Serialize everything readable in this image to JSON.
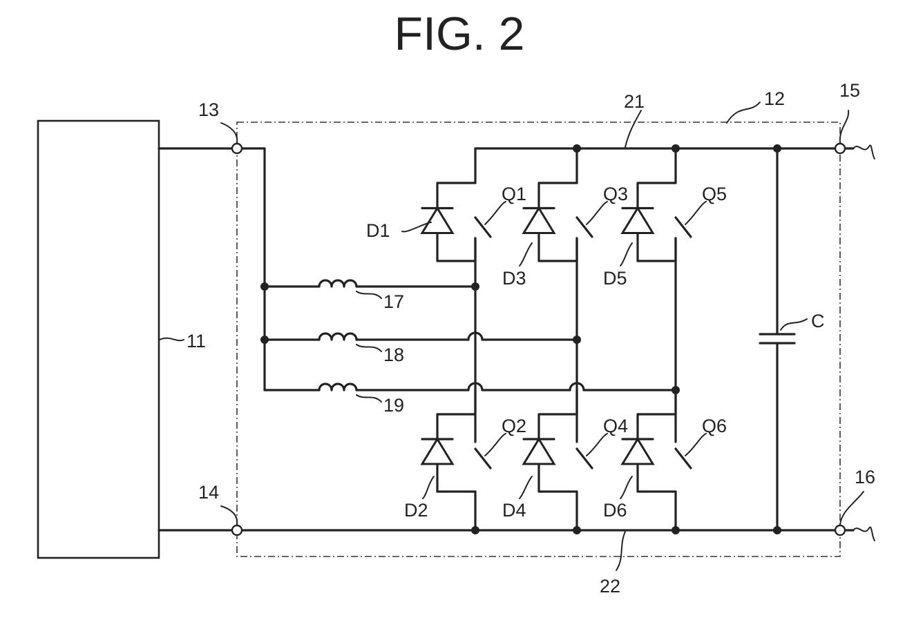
{
  "figure": {
    "title": "FIG. 2"
  },
  "labels": {
    "block_source": "11",
    "block_converter": "12",
    "terminal_13": "13",
    "terminal_14": "14",
    "terminal_15": "15",
    "terminal_16": "16",
    "reactor_17": "17",
    "reactor_18": "18",
    "reactor_19": "19",
    "positive_line": "21",
    "negative_line": "22",
    "capacitor": "C",
    "switches": [
      "Q1",
      "Q2",
      "Q3",
      "Q4",
      "Q5",
      "Q6"
    ],
    "diodes": [
      "D1",
      "D2",
      "D3",
      "D4",
      "D5",
      "D6"
    ]
  }
}
